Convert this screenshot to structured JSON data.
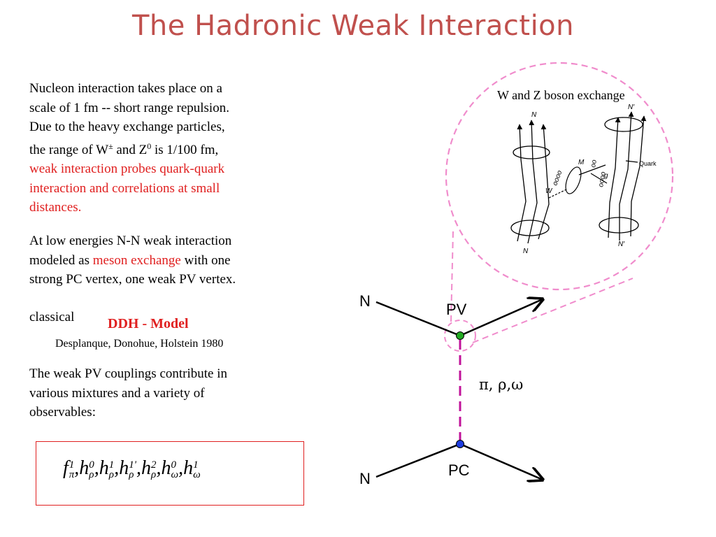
{
  "title": "The Hadronic Weak Interaction",
  "para1": {
    "line1": "Nucleon interaction takes place on a",
    "line2": "scale of 1 fm -- short range repulsion.",
    "line3": "Due to the heavy exchange particles,",
    "line4_a": "the range of W",
    "line4_pm": "±",
    "line4_b": " and Z",
    "line4_sup": "0",
    "line4_c": " is 1/100 fm,",
    "red1": "weak interaction probes quark-quark",
    "red2": "interaction and correlations at small",
    "red3": "distances."
  },
  "para2": {
    "line1": "At low energies  N-N weak interaction",
    "line2_a": "modeled as ",
    "line2_red": "meson exchange",
    "line2_b": " with one",
    "line3": "strong PC vertex, one weak PV vertex."
  },
  "classical": "classical",
  "ddh_model": "DDH - Model",
  "ddh_authors": "Desplanque, Donohue, Holstein 1980",
  "para3": {
    "line1": "The weak PV couplings contribute in",
    "line2": "various mixtures and a variety of",
    "line3": "observables:"
  },
  "formula": {
    "f": "f",
    "f_sup": "1",
    "f_sub": "π",
    "h": "h",
    "terms": [
      {
        "sup": "0",
        "sub": "ρ"
      },
      {
        "sup": "1",
        "sub": "ρ"
      },
      {
        "sup": "1'",
        "sub": "ρ"
      },
      {
        "sup": "2",
        "sub": "ρ"
      },
      {
        "sup": "0",
        "sub": "ω"
      },
      {
        "sup": "1",
        "sub": "ω"
      }
    ]
  },
  "diagram": {
    "n_top": "N",
    "n_bottom": "N",
    "pv": "PV",
    "pc": "PC",
    "mesons": "π,  ρ,ω",
    "bubble_label": "W and Z boson exchange",
    "inset": {
      "n_top_left": "N",
      "n_top_right": "N′",
      "n_bottom_left": "N",
      "n_bottom_right": "N′",
      "m": "M",
      "g": "g",
      "w": "W",
      "quark": "Quark",
      "gluon_left": "oooo",
      "gluon_right": "oooo",
      "gluon_top": "oo"
    },
    "colors": {
      "pv_vertex": "#22aa22",
      "pc_vertex": "#1e3de0",
      "propagator": "#c0139a",
      "bubble": "#f08ccc"
    }
  }
}
